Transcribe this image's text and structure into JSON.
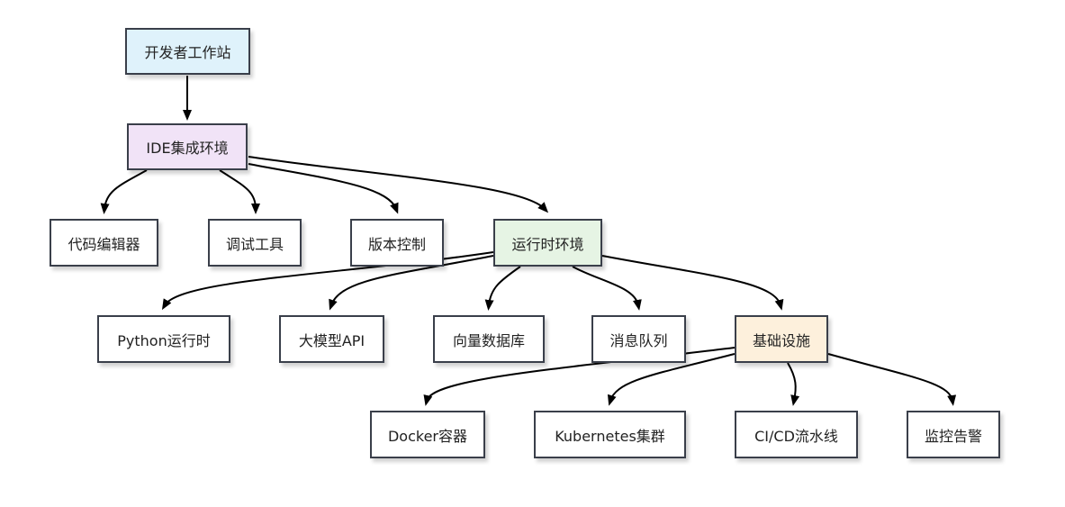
{
  "diagram": {
    "colors": {
      "default_fill": "#ffffff",
      "stroke": "#3a3f4a",
      "edge": "#000000"
    },
    "nodes": {
      "workstation": {
        "label": "开发者工作站",
        "fill": "#dff2fb"
      },
      "ide": {
        "label": "IDE集成环境",
        "fill": "#f1e3f7"
      },
      "code_editor": {
        "label": "代码编辑器",
        "fill": "#ffffff"
      },
      "debug_tools": {
        "label": "调试工具",
        "fill": "#ffffff"
      },
      "version_control": {
        "label": "版本控制",
        "fill": "#ffffff"
      },
      "runtime_env": {
        "label": "运行时环境",
        "fill": "#e6f4e4"
      },
      "python_runtime": {
        "label": "Python运行时",
        "fill": "#ffffff"
      },
      "llm_api": {
        "label": "大模型API",
        "fill": "#ffffff"
      },
      "vector_db": {
        "label": "向量数据库",
        "fill": "#ffffff"
      },
      "message_queue": {
        "label": "消息队列",
        "fill": "#ffffff"
      },
      "infrastructure": {
        "label": "基础设施",
        "fill": "#fdf0dc"
      },
      "docker": {
        "label": "Docker容器",
        "fill": "#ffffff"
      },
      "kubernetes": {
        "label": "Kubernetes集群",
        "fill": "#ffffff"
      },
      "cicd": {
        "label": "CI/CD流水线",
        "fill": "#ffffff"
      },
      "monitoring": {
        "label": "监控告警",
        "fill": "#ffffff"
      }
    },
    "edges": [
      [
        "workstation",
        "ide"
      ],
      [
        "ide",
        "code_editor"
      ],
      [
        "ide",
        "debug_tools"
      ],
      [
        "ide",
        "version_control"
      ],
      [
        "ide",
        "runtime_env"
      ],
      [
        "runtime_env",
        "python_runtime"
      ],
      [
        "runtime_env",
        "llm_api"
      ],
      [
        "runtime_env",
        "vector_db"
      ],
      [
        "runtime_env",
        "message_queue"
      ],
      [
        "runtime_env",
        "infrastructure"
      ],
      [
        "infrastructure",
        "docker"
      ],
      [
        "infrastructure",
        "kubernetes"
      ],
      [
        "infrastructure",
        "cicd"
      ],
      [
        "infrastructure",
        "monitoring"
      ]
    ]
  }
}
